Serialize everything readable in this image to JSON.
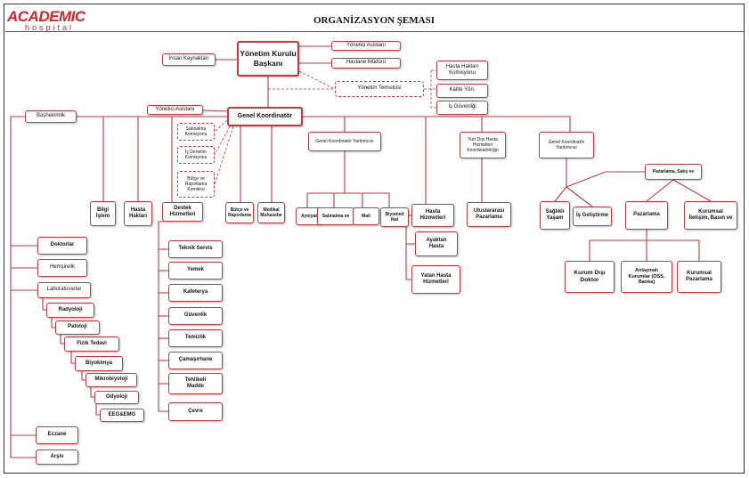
{
  "header": {
    "logo_text": "ACADEMIC",
    "logo_sub": "hospital",
    "title": "ORGANİZASYON ŞEMASI"
  },
  "nodes": {
    "yk_baskani": "Yönetim Kurulu\nBaşkanı",
    "yonetici_asistani_top": "Yönetici Asistanı",
    "insan_kaynaklari": "İnsan Kaynakları",
    "hastane_muduru": "Hastane Müdürü",
    "yonetim_temsilcisi": "Yönetim Temsilcisi",
    "hasta_haklari_kom": "Hasta Hakları\nKomisyonu",
    "kalite_yon": "Kalite Yön.",
    "is_guvenligi": "İş Güvenliği",
    "genel_koordinator": "Genel Koordinatör",
    "yonetici_asistani_2": "Yönetici Asistanı",
    "bashekimlik": "Başhekimlik",
    "satinalma_kom": "Satınalma\nKomisyonu",
    "is_denetim_kom": "İç Denetim\nKomisyonu",
    "butce_rap_kom": "Bütçe ve\nRaporlama\nKomitesi",
    "gk_yardimcisi_1": "Genel Koordinatör Yardımcısı",
    "yd_hasta_koord": "Yurt Dışı Hasta\nHizmetleri\nKoordinatörlüğü",
    "gk_yardimcisi_2": "Genel Koordinatör\nYardımcısı",
    "bilgi_islem": "Bilgi\nİşlem",
    "hasta_haklari": "Hasta\nHakları",
    "destek_hizmetleri": "Destek\nHizmetleri",
    "butce_raporlama": "Bütçe ve\nRaporlama",
    "medikal_muhasebe": "Medikal\nMuhasebe",
    "ayniyat": "Ayniyat",
    "satinalma_ve": "Satınalma ve",
    "mali": "Mali",
    "biyomedikal": "Biyomed\nikal",
    "hasta_hizmetleri": "Hasta\nHizmetleri",
    "ayaktan_hasta": "Ayaktan\nHasta",
    "yatan_hasta": "Yatan Hasta\nHizmetleri",
    "uluslararasi_pazarlama": "Uluslararası\nPazarlama",
    "pazarlama_satis": "Pazarlama, Satış ve",
    "saglikli_yasam": "Sağlıklı\nYaşam",
    "is_gelistirme": "İş Geliştirme",
    "pazarlama": "Pazarlama",
    "kurumsal_iletisim": "Kurumsal\nİletişim, Basın ve",
    "kurum_disi_doktor": "Kurum Dışı\nDoktor",
    "anlasmali_kurumlar": "Anlaşmalı\nKurumlar (ÖSS,\nBanka)",
    "kurumsal_pazarlama": "Kurumsal\nPazarlama",
    "doktorlar": "Doktorlar",
    "hemsirelik": "Hemşirelik",
    "laboratuvarlar": "Laboratuvarlar",
    "radyoloji": "Radyoloji",
    "patoloji": "Patoloji",
    "fizik_tedavi": "Fizik Tedavi",
    "biyokimya": "Biyokimya",
    "mikrobiyoloji": "Mikrobiyoloji",
    "odyoloji": "Odyoloji",
    "eeg_emg": "EEG&EMG",
    "eczane": "Eczane",
    "arsiv": "Arşiv",
    "teknik_servis": "Teknik Servis",
    "yemek": "Yemek",
    "kafeterya": "Kafeterya",
    "guvenlik": "Güvenlik",
    "temizlik": "Temizlik",
    "camasirhane": "Çamaşırhane",
    "tehlikeli_madde": "Tehlikeli\nMadde",
    "cevre": "Çevre"
  },
  "colors": {
    "line": "#c23a42",
    "accent": "#e0202a"
  }
}
